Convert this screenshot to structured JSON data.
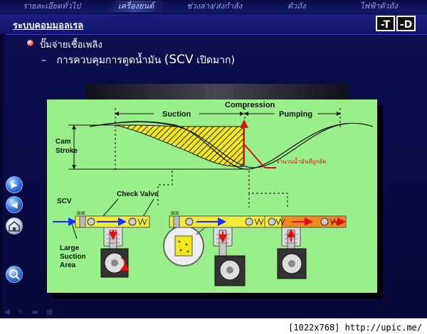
{
  "nav": {
    "tabs": [
      {
        "label": "รายละเอียดทั่วไป"
      },
      {
        "label": "เครื่องยนต์"
      },
      {
        "label": "ช่วงล่าง/ส่งกำลัง"
      },
      {
        "label": "ตัวถัง"
      },
      {
        "label": "ไฟฟ้าตัวถัง"
      }
    ],
    "active_index": 1
  },
  "header": {
    "section_title": "ระบบคอมมอลเรล",
    "buttons": [
      "-T",
      "-D"
    ]
  },
  "content": {
    "bullet1": "ปั๊มจ่ายเชื้อเพลิง",
    "bullet2_dash": "–",
    "bullet2_text": "การควบคุมการดูดน้ำมัน",
    "bullet2_big": "(SCV",
    "bullet2_tail": "เปิดมาก)"
  },
  "diagram": {
    "labels": {
      "compression": "Compression",
      "suction": "Suction",
      "pumping": "Pumping",
      "cam": "Cam",
      "stroke": "Stroke",
      "fuel_qty": "จำนวนน้ำมันที่ถูกอัด",
      "scv": "SCV",
      "check_valve": "Check Valve",
      "large": "Large",
      "suction2": "Suction",
      "area": "Area"
    },
    "colors": {
      "background": "#99ef8a",
      "hatch": "#f2e61c",
      "pipe": "#f2ea3a",
      "arrow_red": "#e01010",
      "arrow_blue": "#1a2cff",
      "pipe_orange": "#f08a1e"
    }
  },
  "footer": {
    "text": "[1022x768] http://upic.me/"
  }
}
